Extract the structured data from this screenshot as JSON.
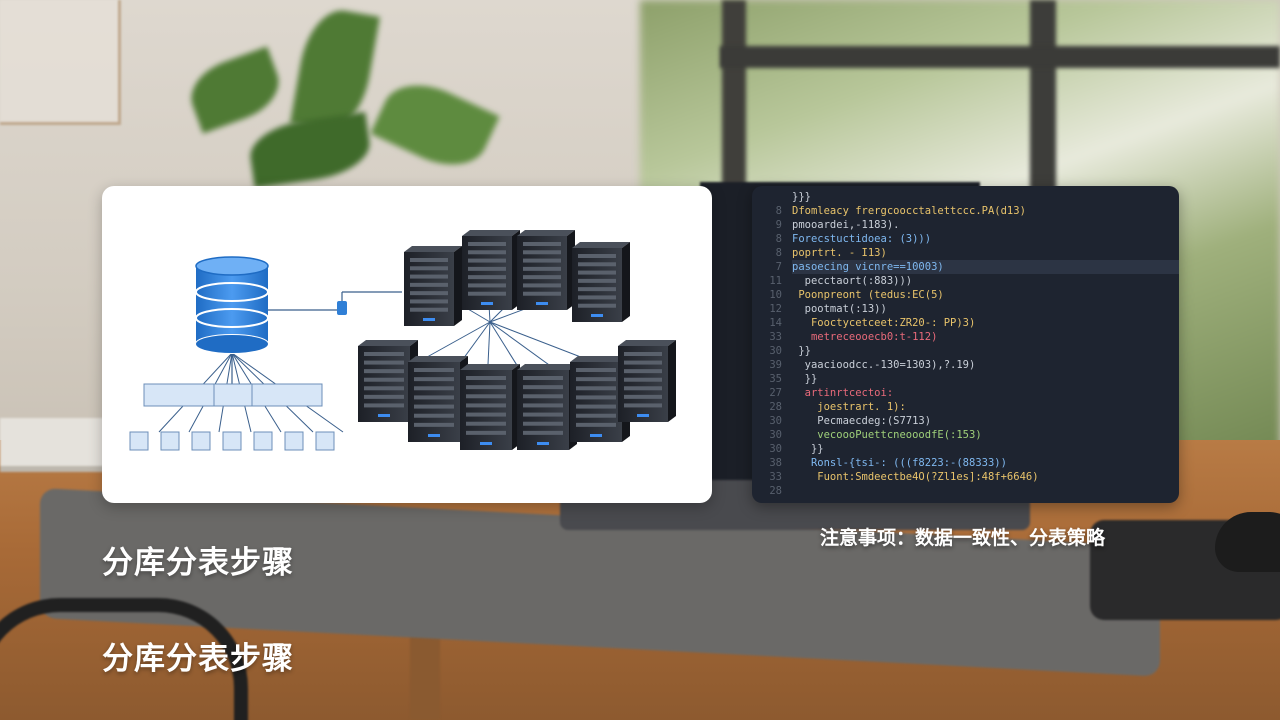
{
  "slide": {
    "title": "分库分表步骤",
    "subtitle": "分库分表步骤",
    "note": "注意事项：数据一致性、分表策略"
  },
  "code_panel": {
    "lines": [
      {
        "num": "",
        "text": "}}}",
        "cls": "k4"
      },
      {
        "num": "8",
        "text": "Dfomleacy frergcoocctalettccc.PA(d13)",
        "cls": "k1"
      },
      {
        "num": "9",
        "text": "pmooardei,-1183).",
        "cls": "k4"
      },
      {
        "num": "8",
        "text": "Forecstuctidoea: (3)))",
        "cls": "k2"
      },
      {
        "num": "8",
        "text": "poprtrt. - I13)",
        "cls": "k1"
      },
      {
        "num": "7",
        "text": "pasoecing vicnre==10003)",
        "cls": "k2"
      },
      {
        "num": "11",
        "text": "  pecctaort(:883)))",
        "cls": "k4"
      },
      {
        "num": "10",
        "text": " Poonpreont (tedus:EC(5)",
        "cls": "k1"
      },
      {
        "num": "12",
        "text": "  pootmat(:13))",
        "cls": "k4"
      },
      {
        "num": "14",
        "text": "   Fooctycetceet:ZR20-: PP)3)",
        "cls": "k1"
      },
      {
        "num": "33",
        "text": "   metreceooecb0:t-112)",
        "cls": "k3"
      },
      {
        "num": "30",
        "text": " }}",
        "cls": "k4"
      },
      {
        "num": "39",
        "text": "  yaacioodcc.-130=1303),?.19)",
        "cls": "k4"
      },
      {
        "num": "35",
        "text": "  }}",
        "cls": "k4"
      },
      {
        "num": "27",
        "text": "  artinrtcectoi:",
        "cls": "k3"
      },
      {
        "num": "28",
        "text": "    joestrart. 1):",
        "cls": "k1"
      },
      {
        "num": "30",
        "text": "    Pecmaecdeg:(S7713)",
        "cls": "k4"
      },
      {
        "num": "30",
        "text": "    vecoooPuettcneooodfE(:153)",
        "cls": "k5"
      },
      {
        "num": "30",
        "text": "   }}",
        "cls": "k4"
      },
      {
        "num": "38",
        "text": "   Ronsl-{tsi-: (((f8223:-(88333))",
        "cls": "k2"
      },
      {
        "num": "33",
        "text": "    Fuont:Smdeectbe4O(?Zl1es]:48f+6646)",
        "cls": "k1"
      },
      {
        "num": "28",
        "text": "",
        "cls": "k4"
      }
    ]
  },
  "diagram": {
    "database_color": "#2f7fd6",
    "server_color": "#2c3038",
    "link_color": "#3a5f8c",
    "table_color": "#d7e6f7"
  }
}
